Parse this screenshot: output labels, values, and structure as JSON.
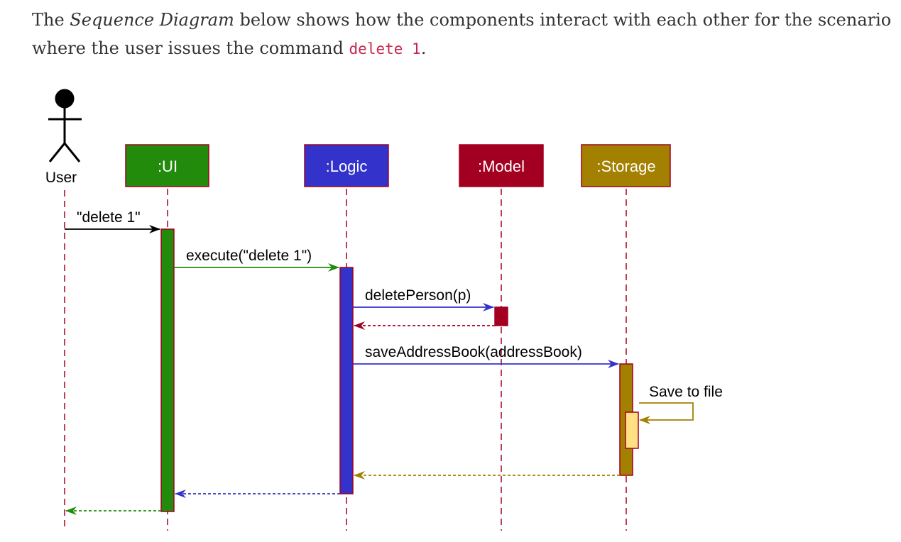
{
  "intro": {
    "part1": "The ",
    "emphasis": "Sequence Diagram",
    "part2": " below shows how the components interact with each other for the scenario where the user issues the command ",
    "command": "delete 1",
    "part3": "."
  },
  "diagram": {
    "actor": {
      "label": "User"
    },
    "participants": [
      {
        "id": "ui",
        "label": ":UI",
        "color": "#228b0c"
      },
      {
        "id": "logic",
        "label": ":Logic",
        "color": "#3333cc"
      },
      {
        "id": "model",
        "label": ":Model",
        "color": "#a30021"
      },
      {
        "id": "storage",
        "label": ":Storage",
        "color": "#a38000"
      }
    ],
    "messages": [
      {
        "id": "msg-delete",
        "label": "\"delete 1\"",
        "from": "user",
        "to": "ui",
        "color": "#000000",
        "dashed": false
      },
      {
        "id": "msg-execute",
        "label": "execute(\"delete 1\")",
        "from": "ui",
        "to": "logic",
        "color": "#228b0c",
        "dashed": false
      },
      {
        "id": "msg-delete-person",
        "label": "deletePerson(p)",
        "from": "logic",
        "to": "model",
        "color": "#3333cc",
        "dashed": false
      },
      {
        "id": "return-model",
        "label": "",
        "from": "model",
        "to": "logic",
        "color": "#a30021",
        "dashed": true
      },
      {
        "id": "msg-save",
        "label": "saveAddressBook(addressBook)",
        "from": "logic",
        "to": "storage",
        "color": "#3333cc",
        "dashed": false
      },
      {
        "id": "msg-save-file",
        "label": "Save to file",
        "from": "storage",
        "to": "storage",
        "color": "#a38000",
        "dashed": false
      },
      {
        "id": "return-storage",
        "label": "",
        "from": "storage",
        "to": "logic",
        "color": "#a38000",
        "dashed": true
      },
      {
        "id": "return-logic",
        "label": "",
        "from": "logic",
        "to": "ui",
        "color": "#3333cc",
        "dashed": true
      },
      {
        "id": "return-ui",
        "label": "",
        "from": "ui",
        "to": "user",
        "color": "#228b0c",
        "dashed": true
      }
    ],
    "colors": {
      "lifeline": "#a30021",
      "box_border": "#a30021",
      "self_activation": "#ffe082",
      "label_text": "#ffffff"
    }
  }
}
